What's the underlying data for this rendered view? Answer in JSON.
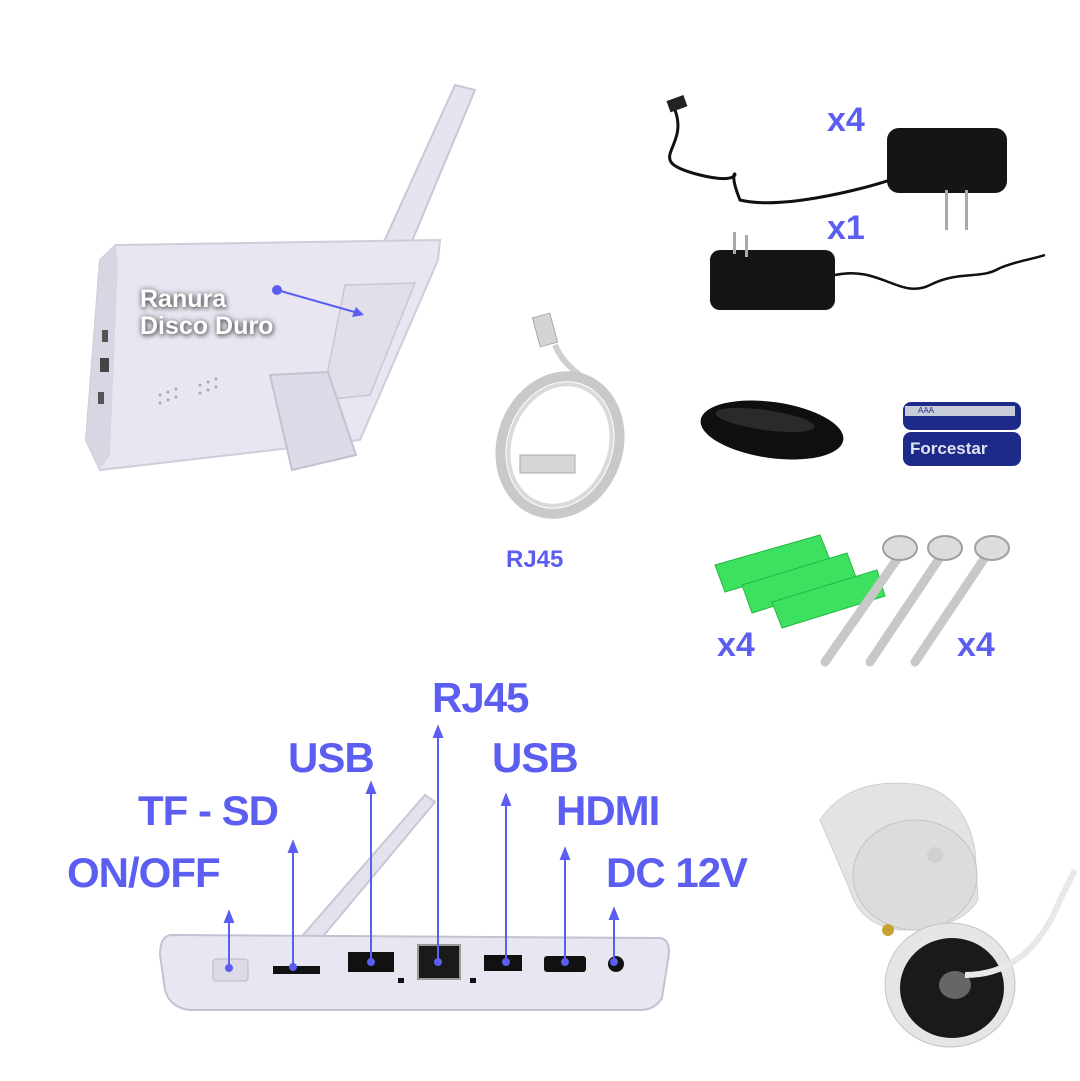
{
  "accent_color": "#5b5ef0",
  "nvr_monitor": {
    "callout": [
      "Ranura",
      "Disco Duro"
    ]
  },
  "power_adapters": [
    {
      "qty": "x4"
    },
    {
      "qty": "x1"
    }
  ],
  "cable": {
    "label": "RJ45"
  },
  "accessories": {
    "mouse": {
      "name": "mouse"
    },
    "batteries": {
      "brand": "Forcestar",
      "type": "AAA"
    },
    "wall_plugs": {
      "qty": "x4"
    },
    "screws": {
      "qty": "x4"
    }
  },
  "ports": [
    {
      "label": "ON/OFF"
    },
    {
      "label": "TF - SD"
    },
    {
      "label": "USB"
    },
    {
      "label": "RJ45"
    },
    {
      "label": "USB"
    },
    {
      "label": "HDMI"
    },
    {
      "label": "DC 12V"
    }
  ],
  "camera": {
    "name": "bullet-camera"
  }
}
